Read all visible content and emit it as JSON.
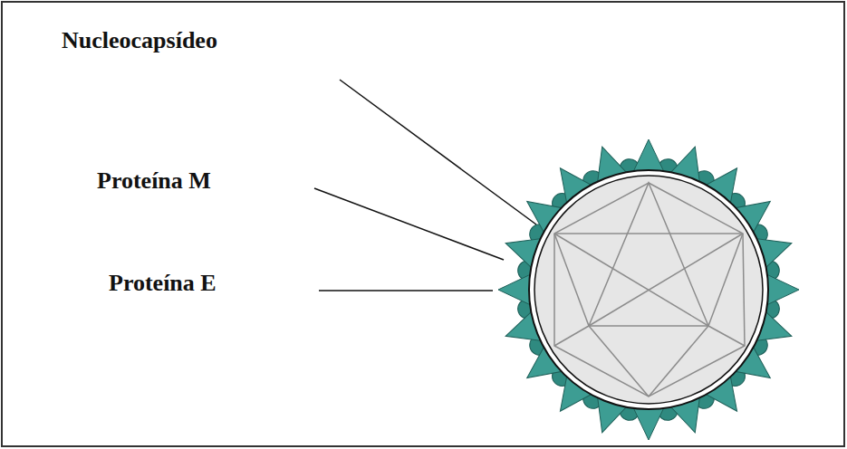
{
  "diagram": {
    "labels": [
      "Nucleocapsídeo",
      "Proteína M",
      "Proteína E"
    ]
  }
}
